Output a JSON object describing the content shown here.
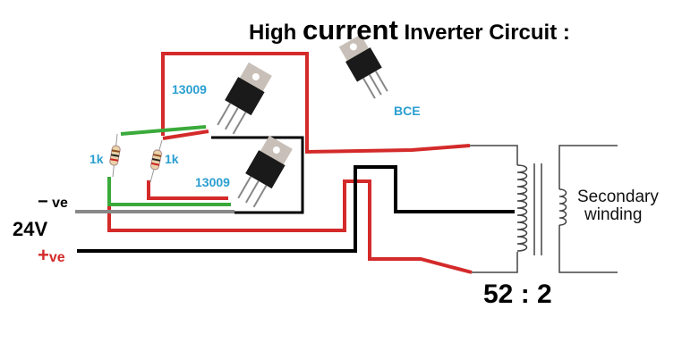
{
  "title": {
    "part1": "High",
    "part2": "current",
    "part3": "Inverter Circuit :"
  },
  "pinout_label": "BCE",
  "transistors": [
    {
      "label": "13009"
    },
    {
      "label": "13009"
    }
  ],
  "resistors": [
    {
      "label": "1k"
    },
    {
      "label": "1k"
    }
  ],
  "supply": {
    "negative": "ve",
    "negative_sign": "−",
    "voltage": "24V",
    "positive": "ve",
    "positive_sign": "+"
  },
  "transformer": {
    "secondary_line1": "Secondary",
    "secondary_line2": "winding",
    "ratio": "52 : 2"
  },
  "colors": {
    "red": "#d42a2a",
    "green": "#3aaa3a",
    "black": "#000000",
    "blue": "#2a9fd0",
    "gray": "#555555"
  }
}
